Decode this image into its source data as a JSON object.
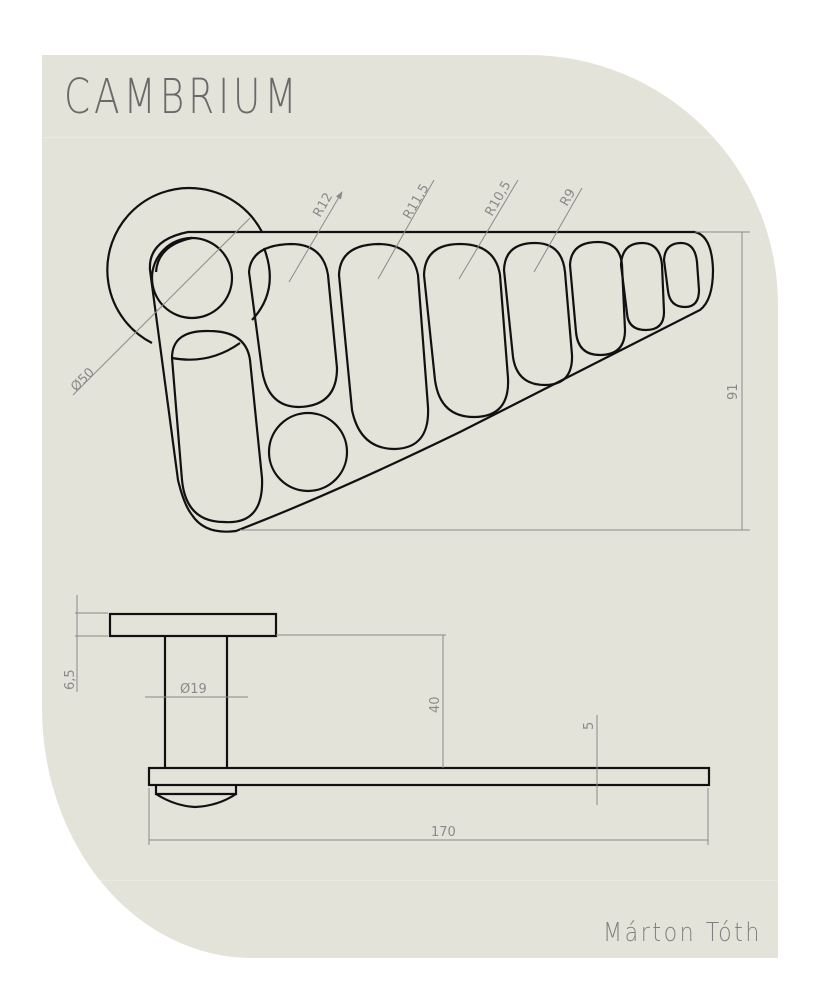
{
  "title": "CAMBRIUM",
  "author": "Márton Tóth",
  "colors": {
    "sheet": "#e4e3da",
    "line": "#111111",
    "dimension": "#8a8a8a"
  },
  "top_view": {
    "dimensions": {
      "base_diameter": "Ø50",
      "radius_1": "R12",
      "radius_2": "R11,5",
      "radius_3": "R10,5",
      "radius_4": "R9",
      "height": "91"
    }
  },
  "side_view": {
    "dimensions": {
      "top_thickness": "6,5",
      "post_diameter": "Ø19",
      "post_height": "40",
      "arm_thickness": "5",
      "overall_length": "170"
    }
  }
}
